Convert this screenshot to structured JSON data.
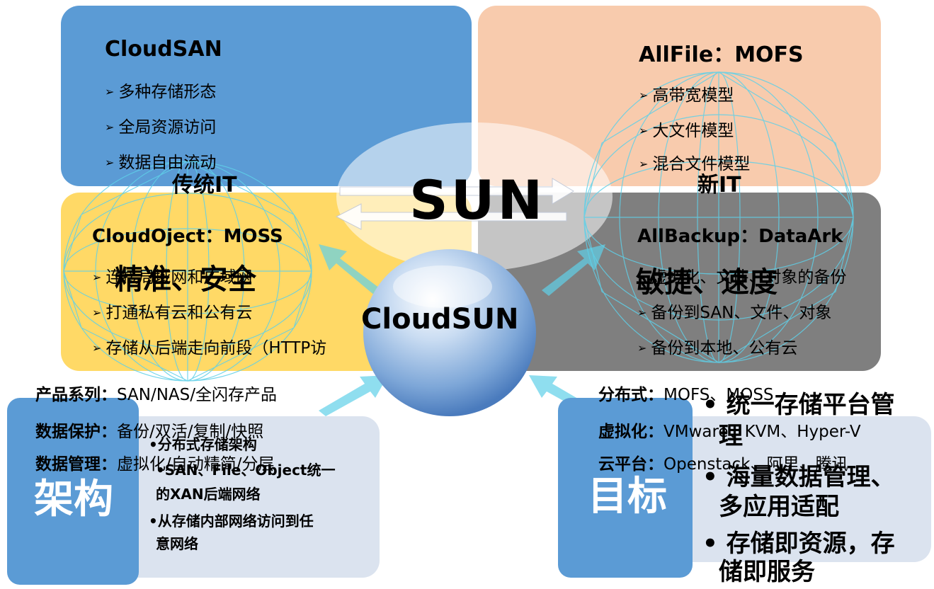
{
  "quadrants": {
    "cloudsan": {
      "title": "CloudSAN",
      "items": [
        "多种存储形态",
        "全局资源访问",
        "数据自由流动"
      ]
    },
    "allfile": {
      "title": "AllFile：MOFS",
      "items": [
        "高带宽模型",
        "大文件模型",
        "混合文件模型"
      ]
    },
    "cloudobject": {
      "title": "CloudOject：MOSS",
      "items": [
        "连接局域网和广域网",
        "打通私有云和公有云",
        "存储从后端走向前段（HTTP访问）"
      ],
      "visible_items": [
        "连接局域网和广域网",
        "打通私有云和公有云",
        "存储从后端走向前段（HTTP访"
      ]
    },
    "allbackup": {
      "title": "AllBackup：DataArk",
      "items": [
        "虚拟化、文件、对象的备份",
        "备份到SAN、文件、对象",
        "备份到本地、公有云"
      ]
    }
  },
  "labels": {
    "traditional_it": "传统IT",
    "new_it": "新IT",
    "sun": "SUN",
    "left_slogan": "精准、安全",
    "right_slogan": "敏捷、速度",
    "center": "CloudSUN"
  },
  "left_info": [
    {
      "key": "产品系列：",
      "value": "SAN/NAS/全闪存产品"
    },
    {
      "key": "数据保护：",
      "value": "备份/双活/复制/快照"
    },
    {
      "key": "数据管理：",
      "value": "虚拟化/自动精简/分层"
    }
  ],
  "right_info": [
    {
      "key": "分布式：",
      "value": "MOFS、MOSS"
    },
    {
      "key": "虚拟化：",
      "value": "VMware、KVM、Hyper-V"
    },
    {
      "key": "云平台：",
      "value": "Openstack、阿里、腾讯"
    }
  ],
  "architecture": {
    "label": "架构",
    "points": [
      "•分布式存储架构",
      "•SAN、File、Object统一",
      "的XAN后端网络",
      "•从存储内部网络访问到任",
      "意网络"
    ]
  },
  "goal": {
    "label": "目标",
    "points": [
      "• 统一存储平台管",
      "理",
      "• 海量数据管理、",
      "多应用适配",
      "• 存储即资源，存",
      "储即服务"
    ]
  },
  "colors": {
    "blue": "#5b9bd5",
    "peach": "#f8cbad",
    "yellow": "#ffd966",
    "gray": "#7f7f7f",
    "light": "#dbe3ef",
    "cyan": "#5fd0e8"
  },
  "icons": {
    "bullet": "arrowhead-icon",
    "arrow": "up-diagonal-arrow-icon",
    "globe": "wireframe-globe-icon"
  }
}
